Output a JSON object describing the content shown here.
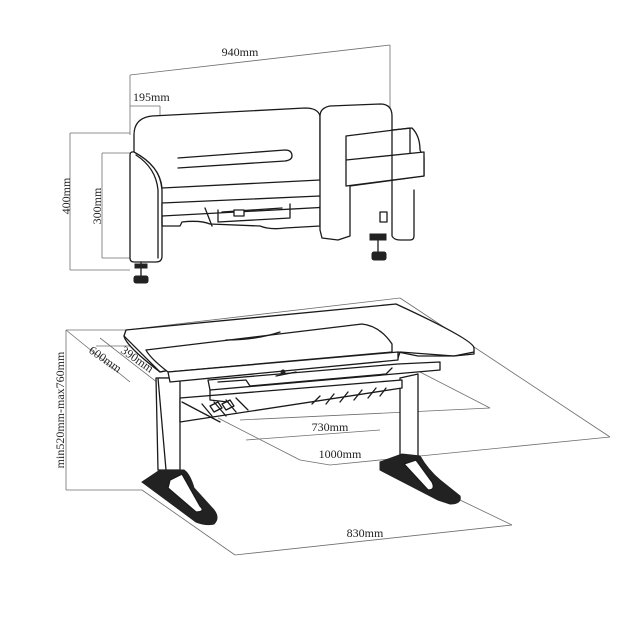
{
  "dimensions": {
    "shelf_width": "940mm",
    "shelf_depth": "195mm",
    "shelf_height": "400mm",
    "shelf_inner_height": "300mm",
    "desk_depth_total": "600mm",
    "desk_depth_tilt": "390mm",
    "desk_height_range": "min520mm-max760mm",
    "drawer_width": "730mm",
    "desk_width": "1000mm",
    "base_width": "830mm"
  }
}
